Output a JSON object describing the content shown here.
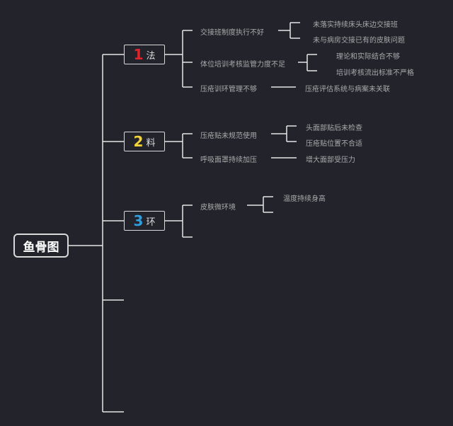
{
  "root": {
    "label": "鱼骨图"
  },
  "categories": [
    {
      "number": "1",
      "text": "法",
      "number_color": "#e0242c"
    },
    {
      "number": "2",
      "text": "料",
      "number_color": "#f2d43a"
    },
    {
      "number": "3",
      "text": "环",
      "number_color": "#2f9fe0"
    }
  ],
  "causes": {
    "fa_1": "交接班制度执行不好",
    "fa_1_a": "未落实持续床头床边交接班",
    "fa_1_b": "未与病房交接已有的皮肤问题",
    "fa_2": "体位培训考核监管力度不足",
    "fa_2_a": "理论和实际结合不够",
    "fa_2_b": "培训考核流出标准不严格",
    "fa_3": "压疮训环管理不够",
    "fa_3_a": "压疮评估系统与病案未关联",
    "liao_1": "压疮贴未规范使用",
    "liao_1_a": "头面部贴后未检查",
    "liao_1_b": "压疮贴位置不合适",
    "liao_2": "呼吸面罩持续加压",
    "liao_2_a": "增大面部受压力",
    "huan_1": "皮肤微环境",
    "huan_1_a": "温度持续身高"
  }
}
